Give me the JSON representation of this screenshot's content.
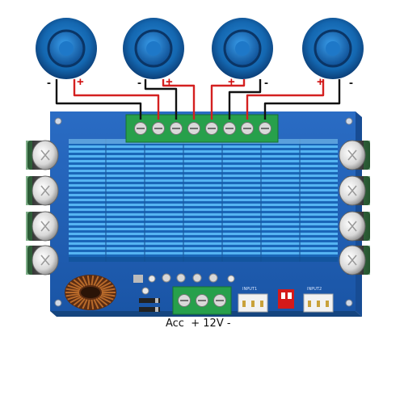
{
  "colors": {
    "board": "#1f5fb8",
    "heatsink_light": "#55b4f2",
    "heatsink_dark": "#1a66b8",
    "wire_red": "#d42020",
    "wire_black": "#111111",
    "terminal_green": "#27a04b",
    "speaker_blue": "#1467b0"
  },
  "speakers": [
    {
      "minus_label": "-",
      "plus_label": "+"
    },
    {
      "minus_label": "-",
      "plus_label": "+"
    },
    {
      "minus_label": "-",
      "plus_label": "+"
    },
    {
      "minus_label": "-",
      "plus_label": "+"
    }
  ],
  "power_terminal": {
    "acc_label": "Acc",
    "plus_label": "+",
    "voltage_label": "12V",
    "minus_label": "-"
  },
  "silkscreen": {
    "input1": "INPUT1",
    "input2": "INPUT2"
  }
}
